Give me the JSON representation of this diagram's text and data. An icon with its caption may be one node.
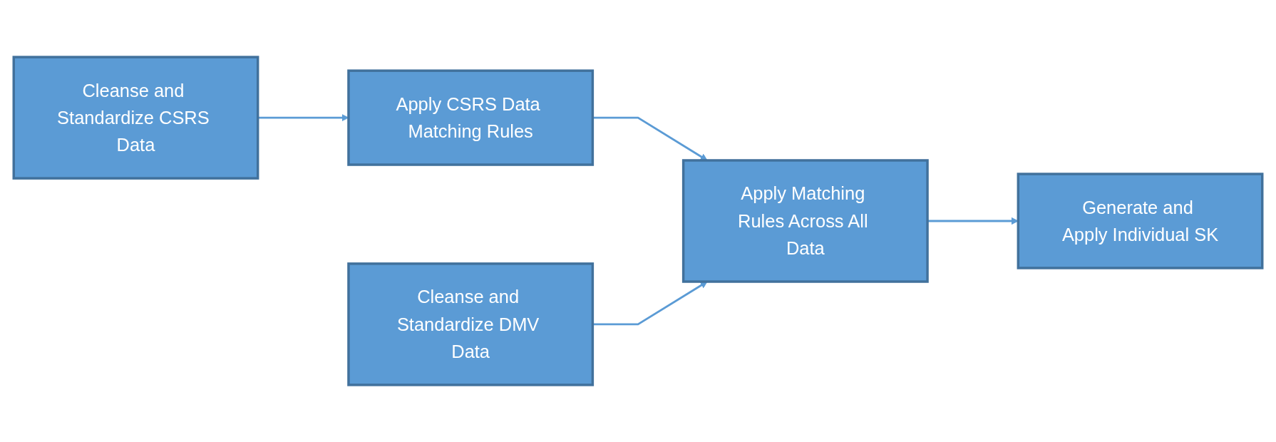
{
  "diagram": {
    "nodes": [
      {
        "text": [
          "Cleanse and Standardize CSRS Data"
        ]
      },
      {
        "text": [
          "Apply CSRS Data Matching Rules"
        ]
      },
      {
        "text": [
          "Apply Matching Rules Across All Data"
        ]
      },
      {
        "text": [
          "Generate and Apply Individual SK"
        ]
      },
      {
        "text": [
          "Cleanse and Standardize DMV Data"
        ]
      }
    ],
    "edges": [
      {
        "from": 0,
        "to": 1,
        "arrow": "to"
      },
      {
        "from": 1,
        "to": 2,
        "arrow": "to"
      },
      {
        "from": 4,
        "to": 2,
        "arrow": "to"
      },
      {
        "from": 2,
        "to": 3,
        "arrow": "to"
      }
    ]
  }
}
